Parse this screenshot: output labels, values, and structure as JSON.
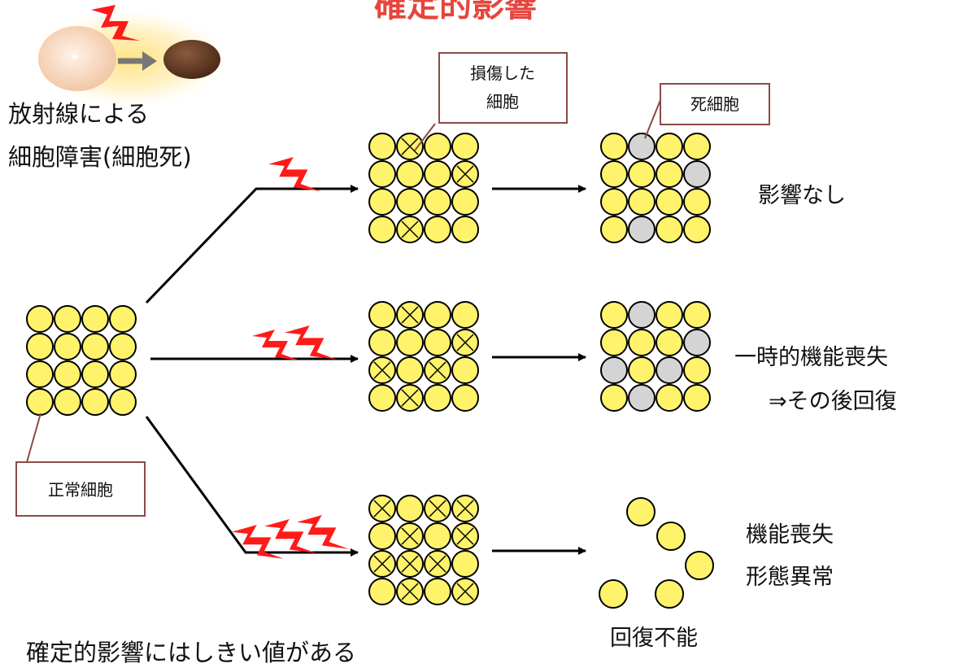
{
  "title": "確定的影響",
  "legend": {
    "line1": "放射線による",
    "line2": "細胞障害(細胞死)"
  },
  "callouts": {
    "damaged_line1": "損傷した",
    "damaged_line2": "細胞",
    "dead": "死細胞",
    "normal": "正常細胞"
  },
  "outcomes": {
    "none": "影響なし",
    "temporary_line1": "一時的機能喪失",
    "temporary_line2": "⇒その後回復",
    "permanent_line1": "機能喪失",
    "permanent_line2": "形態異常",
    "irreversible": "回復不能"
  },
  "footer": "確定的影響にはしきい値がある",
  "colors": {
    "title": "#e6453c",
    "cell_fill": "#fff36b",
    "dead_cell_fill": "#d4d4d4",
    "bolt": "#ff1a1a",
    "callout_border": "#8b4a44"
  },
  "scenarios": [
    {
      "id": "low-dose",
      "bolts": 1,
      "damaged_cells": [
        [
          0,
          1
        ],
        [
          1,
          3
        ],
        [
          3,
          1
        ]
      ],
      "dead_cells": [
        [
          0,
          1
        ],
        [
          1,
          3
        ],
        [
          3,
          1
        ]
      ]
    },
    {
      "id": "medium-dose",
      "bolts": 2,
      "damaged_cells": [
        [
          0,
          1
        ],
        [
          1,
          3
        ],
        [
          2,
          0
        ],
        [
          2,
          2
        ],
        [
          3,
          1
        ]
      ],
      "dead_cells": [
        [
          0,
          1
        ],
        [
          1,
          3
        ],
        [
          2,
          0
        ],
        [
          2,
          2
        ],
        [
          3,
          1
        ]
      ]
    },
    {
      "id": "high-dose",
      "bolts": 3,
      "damaged_cells": [
        [
          0,
          0
        ],
        [
          0,
          2
        ],
        [
          0,
          3
        ],
        [
          1,
          1
        ],
        [
          1,
          3
        ],
        [
          2,
          0
        ],
        [
          2,
          1
        ],
        [
          2,
          2
        ],
        [
          3,
          1
        ],
        [
          3,
          3
        ]
      ],
      "surviving_cells": 5
    }
  ]
}
